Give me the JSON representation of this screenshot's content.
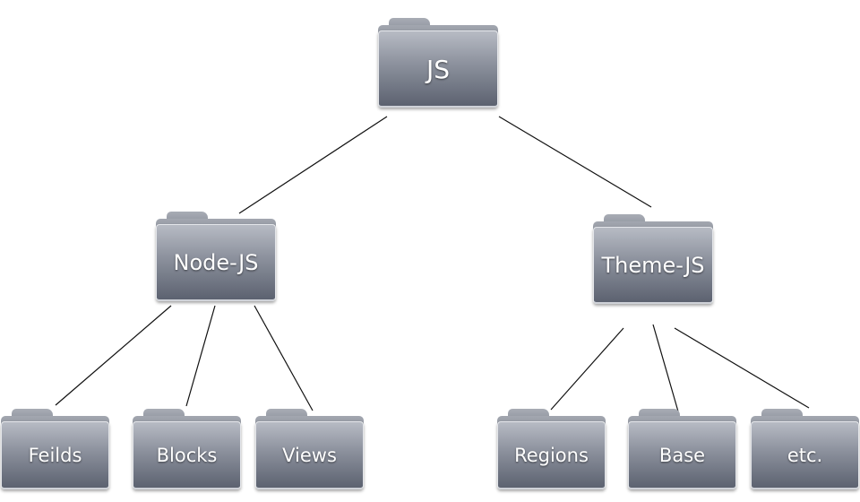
{
  "tree": {
    "root": {
      "label": "JS"
    },
    "node_js": {
      "label": "Node-JS",
      "children": [
        "Feilds",
        "Blocks",
        "Views"
      ]
    },
    "theme_js": {
      "label": "Theme-JS",
      "children": [
        "Regions",
        "Base",
        "etc."
      ]
    }
  },
  "colors": {
    "folder_top": "#b7bbc4",
    "folder_bottom": "#5c6270",
    "edge": "#111111"
  },
  "icons": {
    "node": "folder-icon"
  }
}
